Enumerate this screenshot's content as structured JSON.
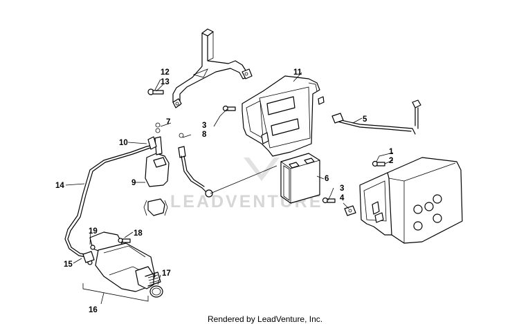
{
  "diagram": {
    "watermark_text": "LEADVENTURE",
    "footer_text": "Rendered by LeadVenture, Inc.",
    "callouts": [
      {
        "id": "c1",
        "label": "1"
      },
      {
        "id": "c2",
        "label": "2"
      },
      {
        "id": "c3a",
        "label": "3"
      },
      {
        "id": "c3b",
        "label": "3"
      },
      {
        "id": "c4",
        "label": "4"
      },
      {
        "id": "c5",
        "label": "5"
      },
      {
        "id": "c6",
        "label": "6"
      },
      {
        "id": "c7",
        "label": "7"
      },
      {
        "id": "c8",
        "label": "8"
      },
      {
        "id": "c9",
        "label": "9"
      },
      {
        "id": "c10",
        "label": "10"
      },
      {
        "id": "c11",
        "label": "11"
      },
      {
        "id": "c12",
        "label": "12"
      },
      {
        "id": "c13",
        "label": "13"
      },
      {
        "id": "c14",
        "label": "14"
      },
      {
        "id": "c15",
        "label": "15"
      },
      {
        "id": "c16",
        "label": "16"
      },
      {
        "id": "c17",
        "label": "17"
      },
      {
        "id": "c18",
        "label": "18"
      },
      {
        "id": "c19",
        "label": "19"
      }
    ]
  }
}
